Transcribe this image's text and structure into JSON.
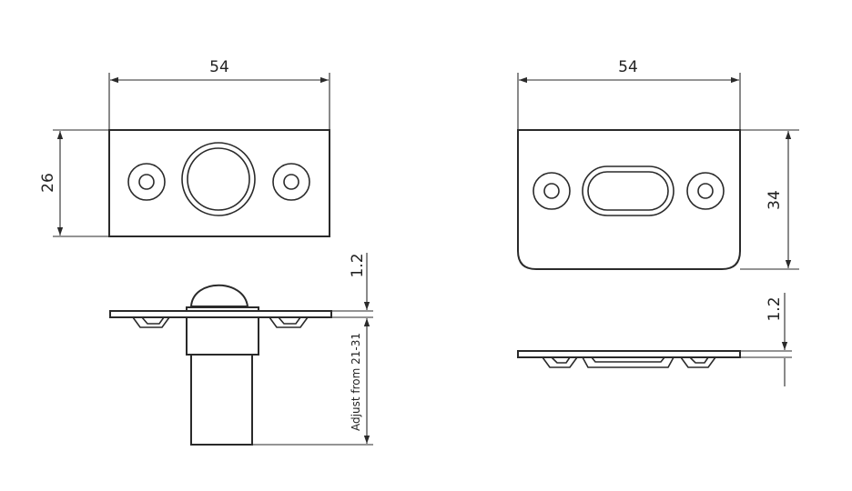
{
  "dimensions": {
    "bolt_plate_width": "54",
    "bolt_plate_height": "26",
    "bolt_plate_thickness": "1.2",
    "adjust_range": "Adjust from 21-31",
    "strike_plate_width": "54",
    "strike_plate_height": "34",
    "strike_plate_thickness": "1.2"
  },
  "colors": {
    "line": "#2a2a2a",
    "background": "#ffffff"
  }
}
